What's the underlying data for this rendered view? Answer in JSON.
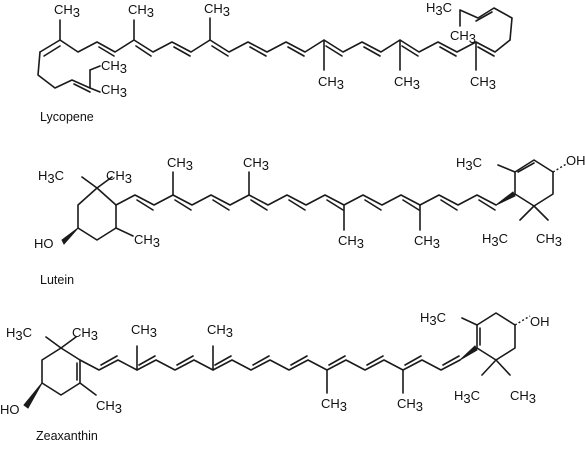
{
  "molecules": [
    {
      "name": "Lycopene",
      "labels": {
        "me_a": "CH",
        "me_a_sub": "3",
        "me_b": "CH",
        "me_b_sub": "3",
        "me_c": "CH",
        "me_c_sub": "3",
        "me_d": "CH",
        "me_d_sub": "3",
        "me_e": "CH",
        "me_e_sub": "3",
        "me_f": "CH",
        "me_f_sub": "3",
        "me_g": "CH",
        "me_g_sub": "3",
        "me_h": "H",
        "me_h_sub": "3",
        "me_h_tail": "C",
        "me_i": "CH",
        "me_i_sub": "3",
        "me_j": "CH",
        "me_j_sub": "3"
      }
    },
    {
      "name": "Lutein",
      "labels": {
        "h3c_l": "H",
        "h3c_l_sub": "3",
        "h3c_l_tail": "C",
        "ch3_l1": "CH",
        "ch3_l1_sub": "3",
        "ch3_l2": "CH",
        "ch3_l2_sub": "3",
        "ch3_top1": "CH",
        "ch3_top1_sub": "3",
        "ch3_top2": "CH",
        "ch3_top2_sub": "3",
        "ch3_bot1": "CH",
        "ch3_bot1_sub": "3",
        "ch3_bot2": "CH",
        "ch3_bot2_sub": "3",
        "h3c_r": "H",
        "h3c_r_sub": "3",
        "h3c_r_tail": "C",
        "h3c_r2": "H",
        "h3c_r2_sub": "3",
        "h3c_r2_tail": "C",
        "ch3_r": "CH",
        "ch3_r_sub": "3",
        "ho": "HO",
        "oh": "OH"
      }
    },
    {
      "name": "Zeaxanthin",
      "labels": {
        "h3c_l": "H",
        "h3c_l_sub": "3",
        "h3c_l_tail": "C",
        "ch3_l1": "CH",
        "ch3_l1_sub": "3",
        "ch3_l2": "CH",
        "ch3_l2_sub": "3",
        "ch3_top1": "CH",
        "ch3_top1_sub": "3",
        "ch3_top2": "CH",
        "ch3_top2_sub": "3",
        "ch3_bot1": "CH",
        "ch3_bot1_sub": "3",
        "ch3_bot2": "CH",
        "ch3_bot2_sub": "3",
        "h3c_r": "H",
        "h3c_r_sub": "3",
        "h3c_r_tail": "C",
        "h3c_r2": "H",
        "h3c_r2_sub": "3",
        "h3c_r2_tail": "C",
        "ch3_r": "CH",
        "ch3_r_sub": "3",
        "ho": "HO",
        "oh": "OH"
      }
    }
  ]
}
